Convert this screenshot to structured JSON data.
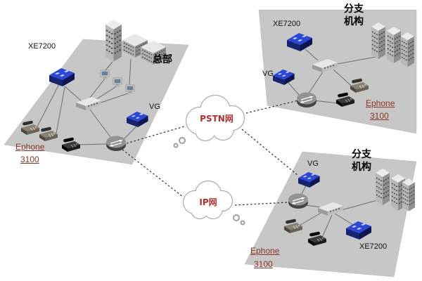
{
  "colors": {
    "platform_gray": "#c7c7c7",
    "device_blue": "#2b47d9",
    "cloud_label_red": "#b03030",
    "ephone_link_maroon": "#8b3326"
  },
  "hq": {
    "device": "XE7200",
    "site": "总部",
    "vg": "VG",
    "ephone": "Ephone",
    "ephone_model": "3100"
  },
  "branch_top": {
    "device": "XE7200",
    "site_line1": "分支",
    "site_line2": "机构",
    "vg": "VG",
    "ephone": "Ephone",
    "ephone_model": "3100"
  },
  "branch_bottom": {
    "device": "XE7200",
    "site_line1": "分支",
    "site_line2": "机构",
    "vg": "VG",
    "ephone": "Ephone",
    "ephone_model": "3100"
  },
  "clouds": {
    "pstn": "PSTN网",
    "ip": "IP网"
  }
}
